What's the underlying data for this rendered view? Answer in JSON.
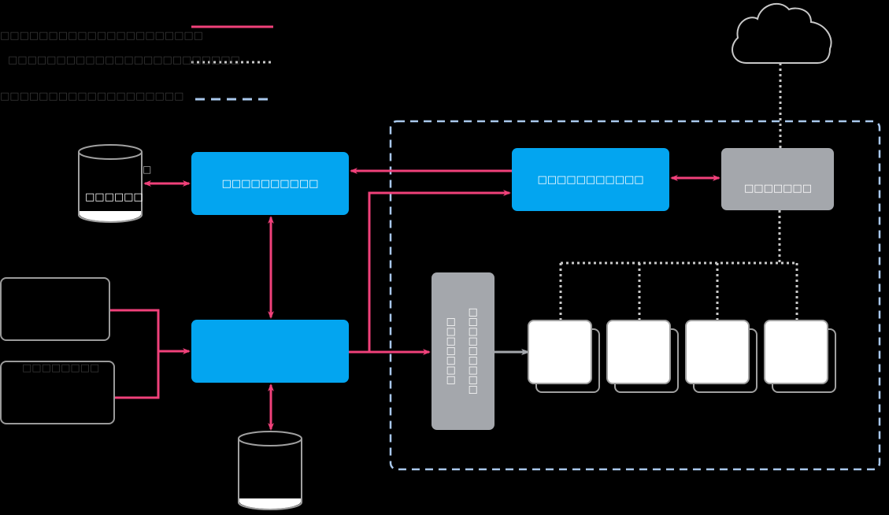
{
  "legend": [
    {
      "label": "□□□□□□□□□□□□□□□□□□□□□",
      "style": "solid",
      "color": "#f0417a"
    },
    {
      "label": "□□□□□□□□□□□□□□□□□□□□□□□□",
      "style": "dotted",
      "color": "#c8c8c8"
    },
    {
      "label": "□□□□□□□□□□□□□□□□□□□",
      "style": "dashed",
      "color": "#a9c8ec"
    }
  ],
  "nodes": {
    "db_top": {
      "label": "□□□□□□",
      "note": "□"
    },
    "service_top_left": {
      "label": "□□□□□□□□□□"
    },
    "service_center": {
      "label": ""
    },
    "input_top": {
      "label": ""
    },
    "input_bottom": {
      "label": "□□□□□□□□"
    },
    "db_bottom": {
      "label": ""
    },
    "service_top_right": {
      "label": "□□□□□□□□□□□"
    },
    "gateway": {
      "label": "□□□□□□□"
    },
    "dispatcher": {
      "label_line1": "□□□□□□□□□",
      "label_line2": "□□□□□□□"
    },
    "workers": [
      {
        "label": ""
      },
      {
        "label": ""
      },
      {
        "label": ""
      },
      {
        "label": ""
      }
    ],
    "cloud": {
      "label": ""
    }
  },
  "colors": {
    "accent_blue": "#03a5f0",
    "node_gray": "#a4a7ac",
    "flow_pink": "#f0417a",
    "dotted_gray": "#c8c8c8",
    "boundary_blue": "#a9c8ec"
  }
}
